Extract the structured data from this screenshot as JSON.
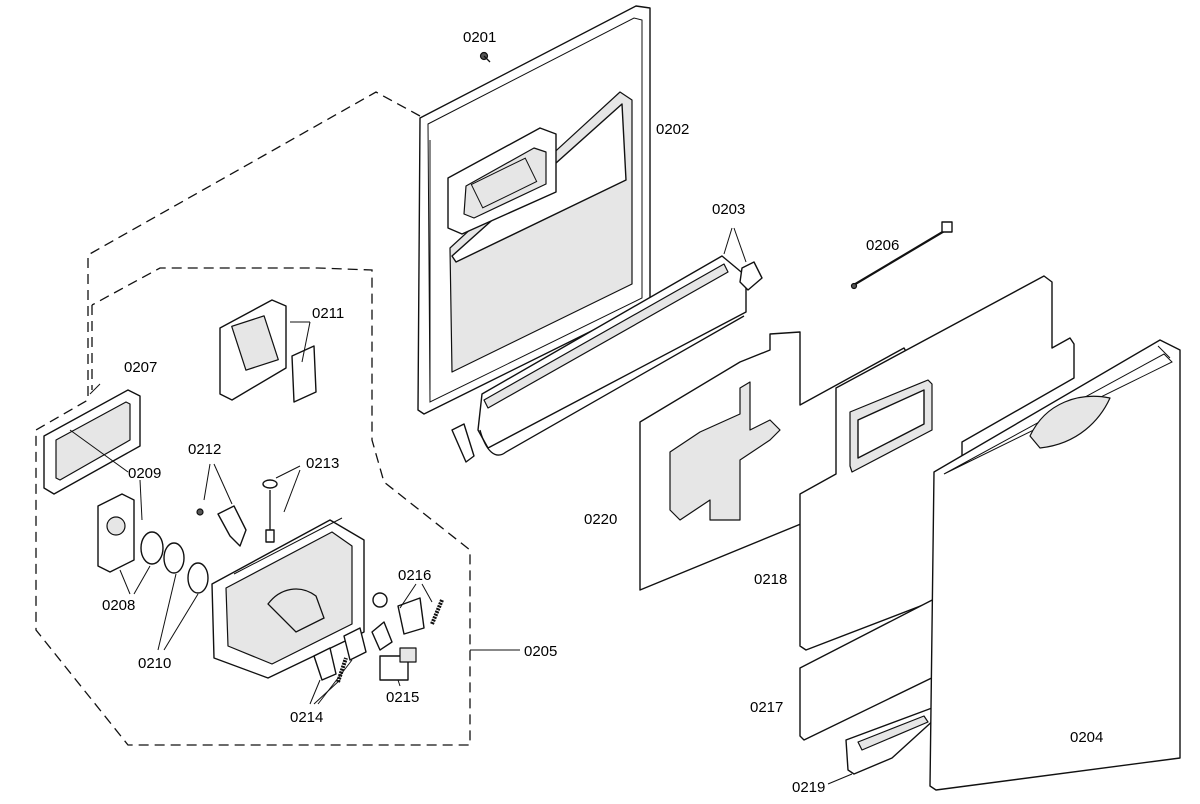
{
  "diagram": {
    "labels": {
      "p0201": "0201",
      "p0202": "0202",
      "p0203": "0203",
      "p0204": "0204",
      "p0205": "0205",
      "p0206": "0206",
      "p0207": "0207",
      "p0208": "0208",
      "p0209": "0209",
      "p0210": "0210",
      "p0211": "0211",
      "p0212": "0212",
      "p0213": "0213",
      "p0214": "0214",
      "p0215": "0215",
      "p0216": "0216",
      "p0217": "0217",
      "p0218": "0218",
      "p0219": "0219",
      "p0220": "0220"
    }
  }
}
